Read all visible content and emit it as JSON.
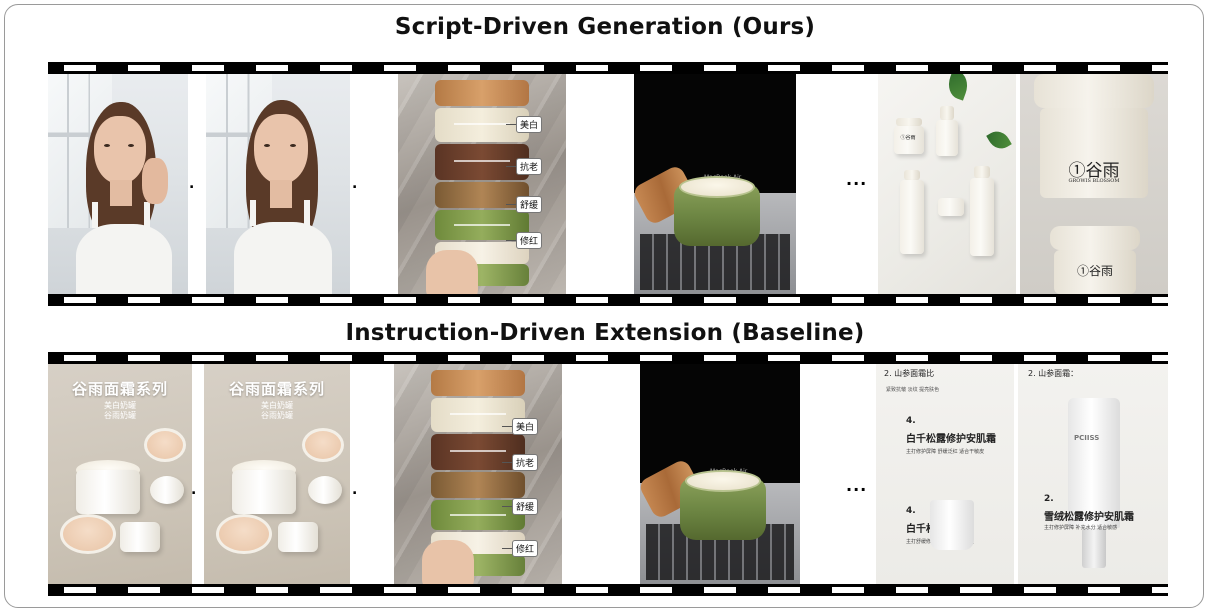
{
  "top_section": {
    "title": "Script-Driven Generation (Ours)",
    "separators": [
      ".",
      "."
    ],
    "ellipsis": "...",
    "jar_tags": [
      "美白",
      "抗老",
      "舒缓",
      "修红"
    ],
    "laptop_text": "MacBook Air",
    "bottle_brand": "①谷雨",
    "big_brand": "①谷雨",
    "big_brand_sub": "GROWIS BLOSSOM",
    "small_brand": "①谷雨"
  },
  "bottom_section": {
    "title": "Instruction-Driven Extension (Baseline)",
    "separators": [
      ".",
      "."
    ],
    "ellipsis": "...",
    "poster_title": "谷雨面霜系列",
    "poster_sub_1": "美白奶罐",
    "poster_sub_2": "谷雨奶罐",
    "jar_tags": [
      "美白",
      "抗老",
      "舒缓",
      "修红"
    ],
    "laptop_text": "MacBook Air",
    "card1_heading": "2. 山参面霜比",
    "card1_line": "紧致抗皱 淡纹 提亮肤色",
    "card1_num1": "4.",
    "card1_item1": "白千松露修护安肌霜",
    "card1_desc1": "主打修护屏障 舒缓泛红 适合干敏皮",
    "card1_num2": "4.",
    "card1_item2": "白千松露修红",
    "card1_desc2": "主打舒缓修红 屏障 适合油敏皮",
    "card2_heading": "2. 山参面霜：",
    "card2_tube": "PCIISS",
    "card2_num": "2.",
    "card2_item": "雪绒松露修护安肌霜",
    "card2_desc": "主打修护屏障 补充水分 适合敏感"
  }
}
